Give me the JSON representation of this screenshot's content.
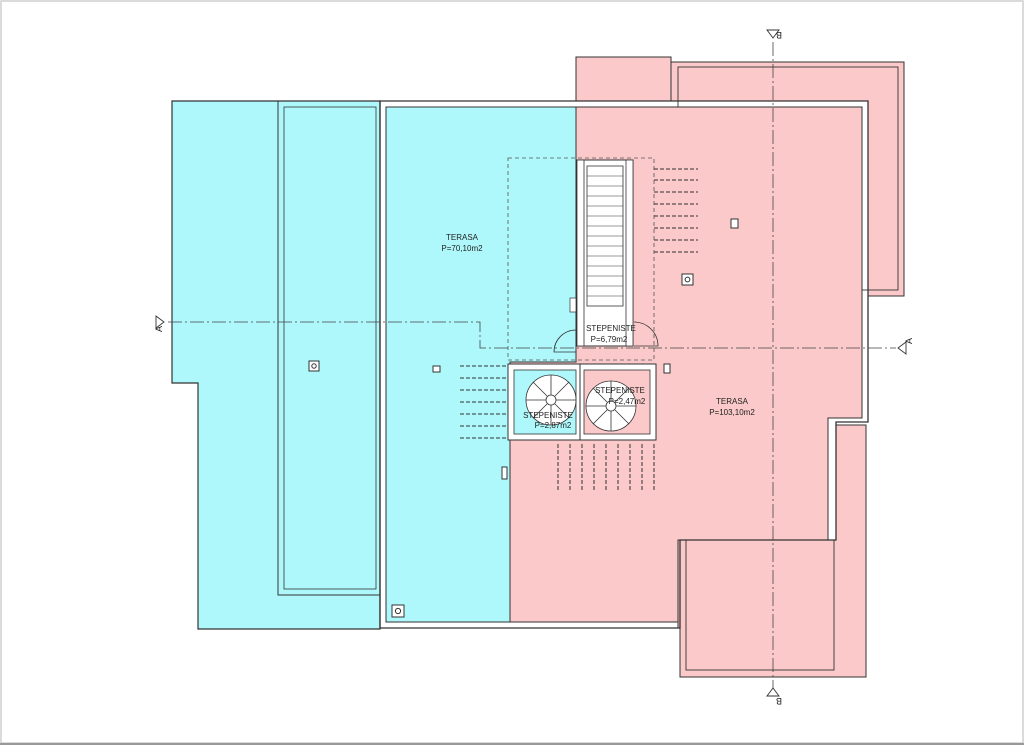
{
  "colors": {
    "west_terrace": "#aef8fb",
    "east_terrace": "#fbc9c9",
    "line": "#333333",
    "frame": "#cfcfcf"
  },
  "rooms": {
    "terrace_west": {
      "name": "TERASA",
      "area": "P=70,10m2"
    },
    "terrace_east": {
      "name": "TERASA",
      "area": "P=103,10m2"
    },
    "stair_main": {
      "name": "STEPENISTE",
      "area": "P=6,79m2"
    },
    "stair_left": {
      "name": "STEPENISTE",
      "area": "P=2,87m2"
    },
    "stair_right": {
      "name": "STEPENISTE",
      "area": "P=2,47m2"
    }
  },
  "sections": {
    "a": "A",
    "b": "B"
  },
  "icons": [
    "drain-icon",
    "section-marker-icon",
    "spiral-stair-icon"
  ]
}
